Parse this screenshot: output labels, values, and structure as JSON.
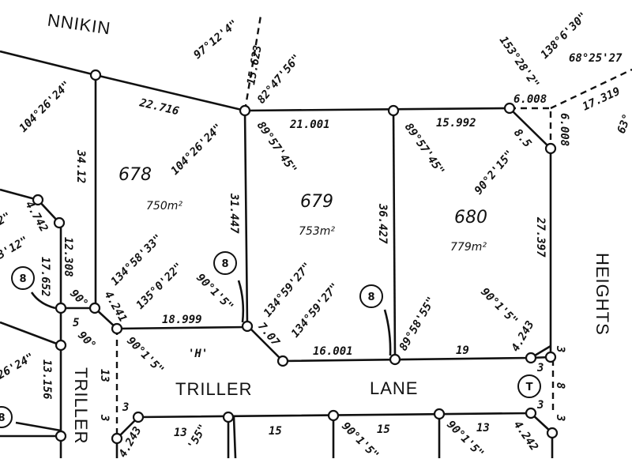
{
  "roads": {
    "top": "NNIKIN",
    "triller_lane_1": "TRILLER",
    "triller_lane_2": "LANE",
    "triller_side": "TRILLER",
    "heights": "HEIGHTS",
    "lane_marker": "'H'"
  },
  "lots": [
    {
      "number": "678",
      "area": "750m²"
    },
    {
      "number": "679",
      "area": "753m²"
    },
    {
      "number": "680",
      "area": "779m²"
    }
  ],
  "markers": {
    "eight_a": "8",
    "eight_b": "8",
    "eight_c": "8",
    "eight_d": "8",
    "t": "T"
  },
  "dimensions": {
    "d22716": "22.716",
    "d15623": "15.623",
    "d21001": "21.001",
    "d15992": "15.992",
    "d6008a": "6.008",
    "d6008b": "6.008",
    "d17319": "17.319",
    "d8_5": "8.5",
    "d3412": "34.12",
    "d31447": "31.447",
    "d36427": "36.427",
    "d27397": "27.397",
    "d4742": "4.742",
    "d12308": "12.308",
    "d17652": "17.652",
    "d4241": "4.241",
    "d18999": "18.999",
    "d7_07": "7.07",
    "d16001": "16.001",
    "d19": "19",
    "d4243a": "4.243",
    "d13156": "13.156",
    "d5": "5",
    "d13a": "13",
    "d3a": "3",
    "d3b": "3",
    "d4243b": "4.243",
    "d13b": "13",
    "d15a": "15",
    "d15b": "15",
    "d13c": "13",
    "d4242": "4.242",
    "d3c": "3",
    "d3d": "3",
    "d8": "8",
    "d3e": "3",
    "d3f": "3"
  },
  "angles": {
    "a97": "97°12'4\"",
    "a82": "82°47'56\"",
    "a104a": "104°26'24\"",
    "a104b": "104°26'24\"",
    "a89a": "89°57'45\"",
    "a89b": "89°57'45\"",
    "a153": "153°28'2\"",
    "a138": "138°6'30\"",
    "a68": "68°25'27",
    "a63": "63°",
    "a90_2": "90°2'15\"",
    "a134_58": "134°58'33\"",
    "a135": "135°0'22\"",
    "a90_1a": "90°1'5\"",
    "a134_59a": "134°59'27\"",
    "a134_59b": "134°59'27\"",
    "a89_58": "89°58'55\"",
    "a90_1b": "90°1'5\"",
    "a90a": "90°",
    "a90b": "90°",
    "a90_1c": "90°1'5\"",
    "a3_12": "3'12\"",
    "a2": "2\"",
    "a26_24": "26'24\"",
    "a55": "'55\"",
    "a90_1d": "90°1'5\"",
    "a90_1e": "90°1'5\""
  }
}
